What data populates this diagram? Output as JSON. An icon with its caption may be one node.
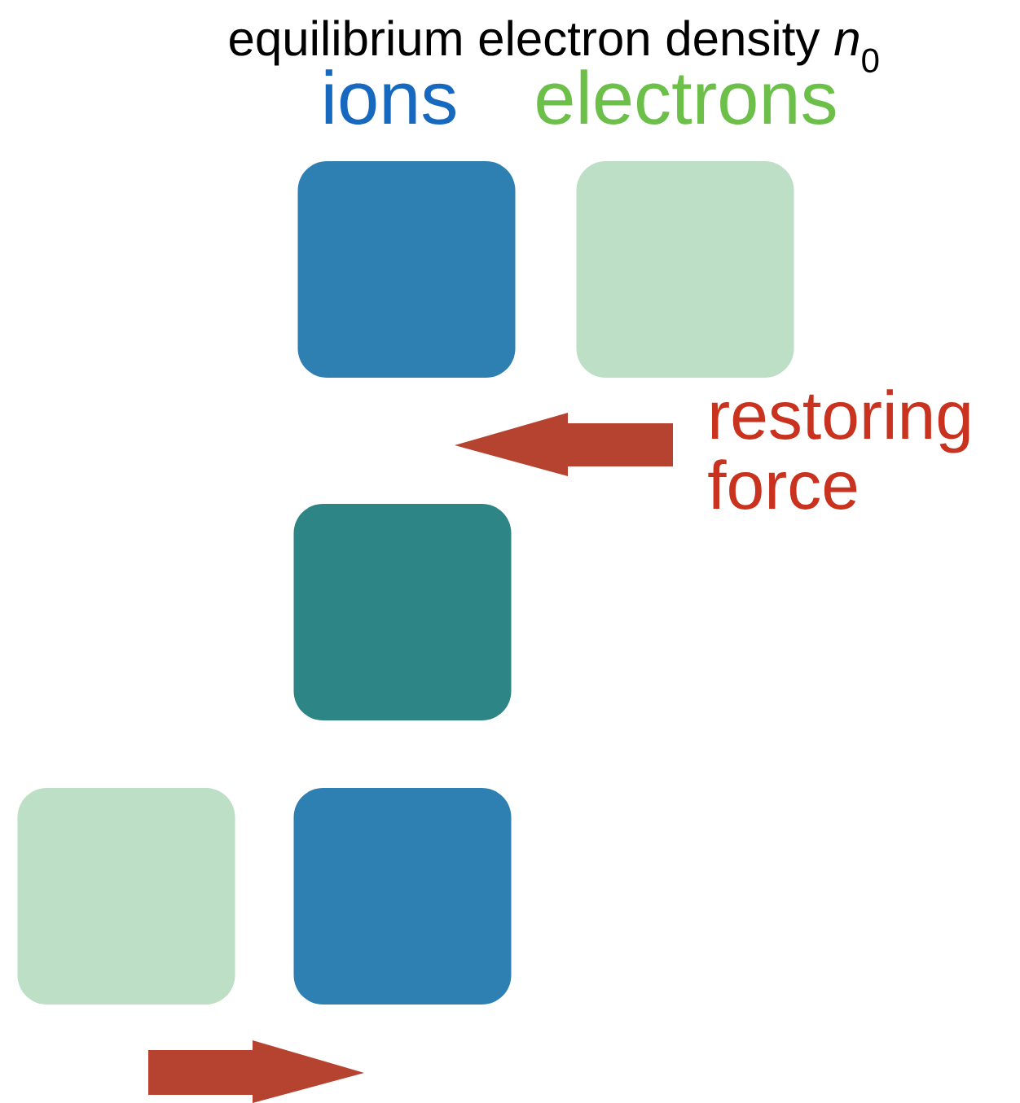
{
  "diagram": {
    "title": "equilibrium electron density *n*$_{0}$",
    "nodes": [
      {
        "text": [],
        "shape": "box"
      },
      {
        "text": [],
        "shape": "box"
      },
      {
        "text": [],
        "shape": "box"
      },
      {
        "text": [],
        "shape": "box"
      },
      {
        "text": [],
        "shape": "box"
      }
    ],
    "labels": [
      "ions",
      "electrons",
      "restoring force"
    ]
  }
}
